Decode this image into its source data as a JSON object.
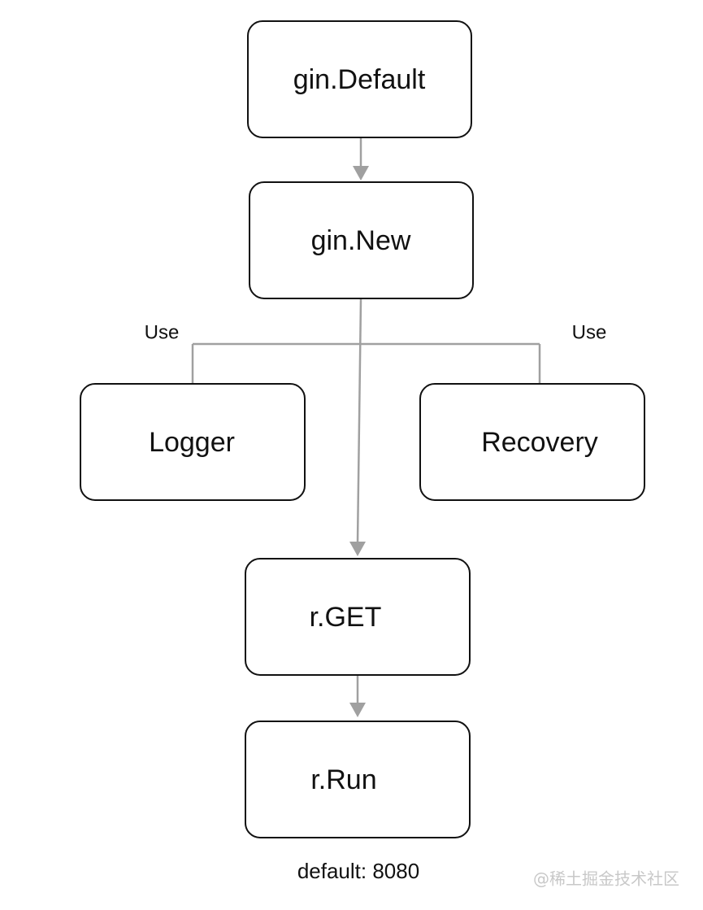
{
  "diagram": {
    "nodes": {
      "gin_default": "gin.Default",
      "gin_new": "gin.New",
      "logger": "Logger",
      "recovery": "Recovery",
      "r_get": "r.GET",
      "r_run": "r.Run"
    },
    "edge_labels": {
      "use_left": "Use",
      "use_right": "Use"
    },
    "footnote": "default: 8080",
    "watermark": "@稀土掘金技术社区",
    "colors": {
      "node_border": "#111111",
      "connector": "#a0a0a0",
      "text": "#111111",
      "background": "#ffffff"
    }
  }
}
